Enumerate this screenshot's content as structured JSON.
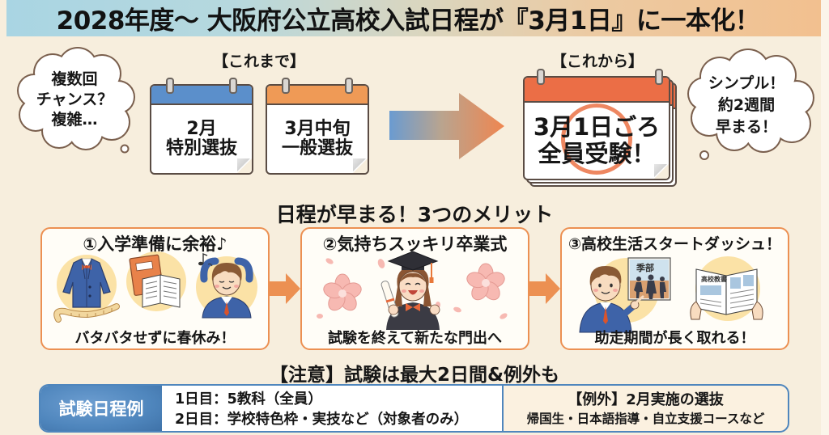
{
  "header": {
    "title": "2028年度～ 大阪府公立高校入試日程が『3月1日』に一本化！"
  },
  "before": {
    "label": "【これまで】",
    "thought_bubble": [
      "複数回",
      "チャンス？",
      "複雑…"
    ],
    "calendars": [
      {
        "lines": [
          "2月",
          "特別選抜"
        ]
      },
      {
        "lines": [
          "3月中旬",
          "一般選抜"
        ]
      }
    ]
  },
  "after": {
    "label": "【これから】",
    "calendar": {
      "lines": [
        "3月1日ごろ",
        "全員受験！"
      ]
    },
    "thought_bubble": [
      "シンプル！",
      "約2週間",
      "早まる！"
    ]
  },
  "merits": {
    "title": "日程が早まる！3つのメリット",
    "items": [
      {
        "title": "①入学準備に余裕♪",
        "caption": "バタバタせずに春休み！",
        "illustrations": [
          "school-uniform-jacket",
          "tape-measure",
          "books",
          "relaxed-student"
        ]
      },
      {
        "title": "②気持ちスッキリ卒業式",
        "caption": "試験を終えて新たな門出へ",
        "illustrations": [
          "graduate-student",
          "diploma",
          "cherry-blossoms"
        ]
      },
      {
        "title": "③高校生活スタートダッシュ！",
        "caption": "助走期間が長く取れる！",
        "illustrations": [
          "pointing-student",
          "club-poster",
          "open-textbook"
        ],
        "poster_text": "季部",
        "book_text": "高校教書"
      }
    ]
  },
  "notice": {
    "title": "【注意】試験は最大2日間&例外も",
    "schedule_label": "試験日程例",
    "schedule_lines": [
      "1日目：5教科（全員）",
      "2日目：学校特色枠・実技など（対象者のみ）"
    ],
    "exception_title": "【例外】2月実施の選抜",
    "exception_detail": "帰国生・日本語指導・自立支援コースなど"
  },
  "colors": {
    "background": "#f7eedd",
    "calendar_blue": "#5b8fcb",
    "calendar_orange": "#ef9a56",
    "calendar_red": "#eb6e46",
    "accent_orange": "#ec9052",
    "schedule_blue": "#4f86bd",
    "arrow_start": "#6a9bd1",
    "arrow_end": "#ef8650"
  }
}
